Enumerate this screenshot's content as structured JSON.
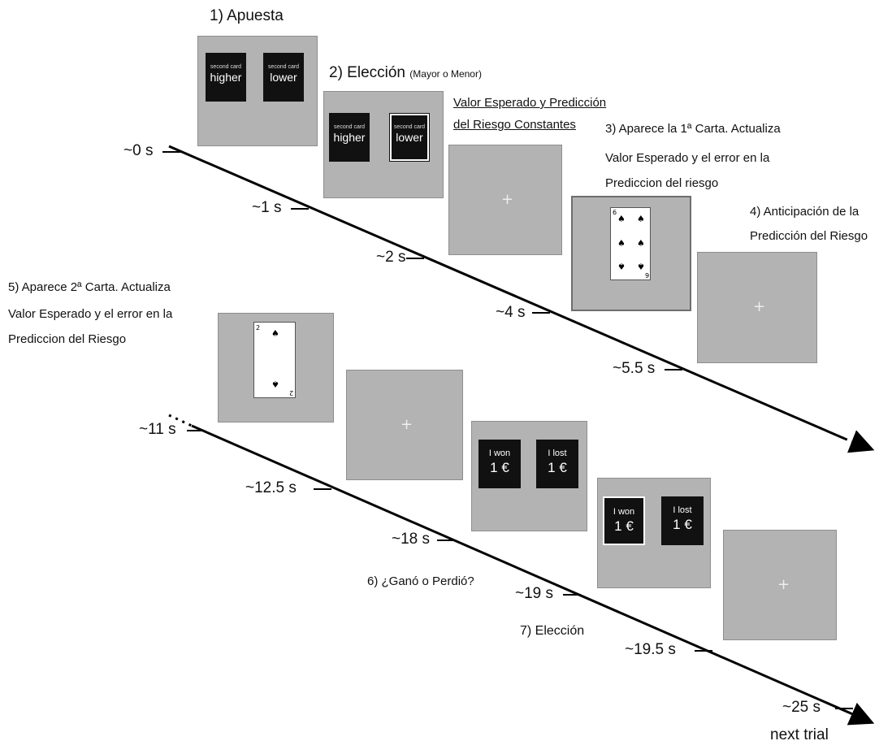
{
  "steps": {
    "s1": "1) Apuesta",
    "s2_main": "2) Elección",
    "s2_sub": "(Mayor o Menor)",
    "constant_line1": "Valor Esperado y Predicción",
    "constant_line2": "del Riesgo Constantes",
    "s3_line1": "3) Aparece la 1ª Carta. Actualiza",
    "s3_line2": "Valor Esperado y el error en la",
    "s3_line3": "Prediccion del riesgo",
    "s4_line1": "4) Anticipación de la",
    "s4_line2": "Predicción del Riesgo",
    "s5_line1": "5) Aparece 2ª Carta. Actualiza",
    "s5_line2": "Valor Esperado y el error en la",
    "s5_line3": "Prediccion del Riesgo",
    "s6": "6) ¿Ganó o Perdió?",
    "s7": "7) Elección",
    "next_trial": "next trial"
  },
  "times": {
    "t0": "~0 s",
    "t1": "~1 s",
    "t2": "~2 s",
    "t4": "~4 s",
    "t55": "~5.5 s",
    "t11": "~11 s",
    "t125": "~12.5 s",
    "t18": "~18 s",
    "t19": "~19 s",
    "t195": "~19.5 s",
    "t25": "~25 s"
  },
  "choice": {
    "small": "second card",
    "higher": "higher",
    "lower": "lower"
  },
  "outcome": {
    "won": "I won",
    "lost": "I lost",
    "amount": "1 €"
  },
  "cross": "+",
  "cards": {
    "first": {
      "rank": "6",
      "suit": "♠"
    },
    "second": {
      "rank": "2",
      "suit": "♠"
    }
  },
  "colors": {
    "screen_bg": "#b3b3b3",
    "box_bg": "#111111",
    "line": "#000000"
  }
}
